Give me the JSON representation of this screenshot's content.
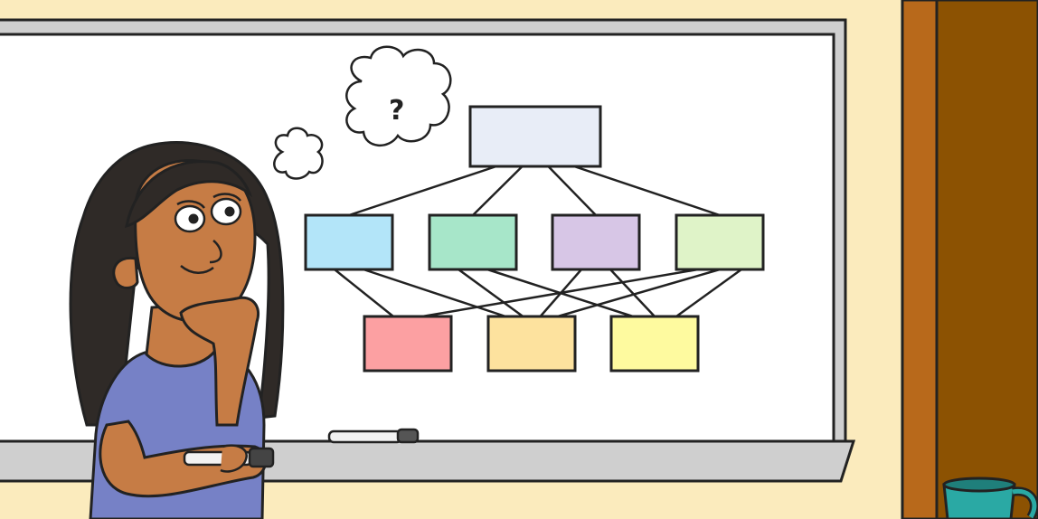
{
  "thought_bubble": {
    "text": "?"
  },
  "diagram": {
    "top": [
      {
        "id": "root",
        "color": "#e8edf7"
      }
    ],
    "middle": [
      {
        "id": "m1",
        "color": "#b3e5f9"
      },
      {
        "id": "m2",
        "color": "#a7e6c9"
      },
      {
        "id": "m3",
        "color": "#d7c6e6"
      },
      {
        "id": "m4",
        "color": "#dff3c8"
      }
    ],
    "bottom": [
      {
        "id": "b1",
        "color": "#fca0a2"
      },
      {
        "id": "b2",
        "color": "#fde29e"
      },
      {
        "id": "b3",
        "color": "#fefa9f"
      }
    ],
    "edges": [
      [
        "root",
        "m1"
      ],
      [
        "root",
        "m2"
      ],
      [
        "root",
        "m3"
      ],
      [
        "root",
        "m4"
      ],
      [
        "m1",
        "b1"
      ],
      [
        "m1",
        "b2"
      ],
      [
        "m2",
        "b2"
      ],
      [
        "m2",
        "b3"
      ],
      [
        "m3",
        "b2"
      ],
      [
        "m3",
        "b3"
      ],
      [
        "m4",
        "b1"
      ],
      [
        "m4",
        "b2"
      ],
      [
        "m4",
        "b3"
      ]
    ]
  },
  "colors": {
    "wall": "#fbebbd",
    "board_frame": "#cfcfcf",
    "board_surface": "#ffffff",
    "door_frame": "#b8691b",
    "door": "#8c5202",
    "skin": "#c67c45",
    "hair": "#2f2a27",
    "shirt": "#7681c6",
    "mug": "#2aa9a4"
  }
}
